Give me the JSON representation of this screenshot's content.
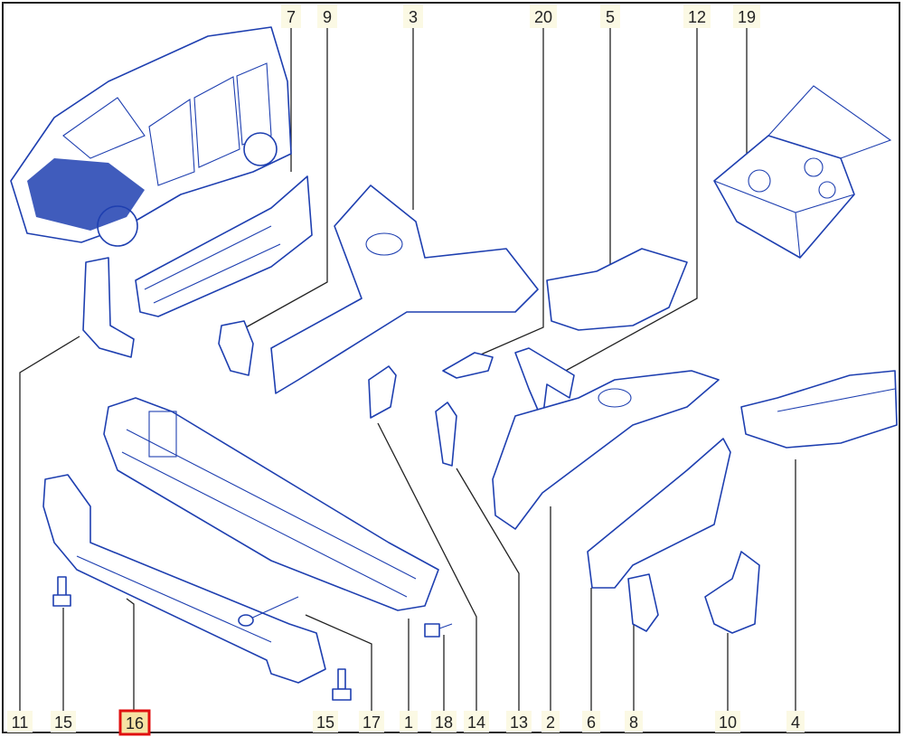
{
  "diagram": {
    "title": "Front body structure parts",
    "selected_part": "16",
    "top_labels": [
      "7",
      "9",
      "3",
      "20",
      "5",
      "12",
      "19"
    ],
    "bottom_labels": [
      "11",
      "15",
      "16",
      "15",
      "17",
      "1",
      "18",
      "14",
      "13",
      "2",
      "6",
      "8",
      "10",
      "4"
    ],
    "colors": {
      "line": "#1e3fb0",
      "label_bg": "#fbf9e4",
      "selected_border": "#e01010",
      "selected_bg": "#f6e3a4"
    }
  }
}
